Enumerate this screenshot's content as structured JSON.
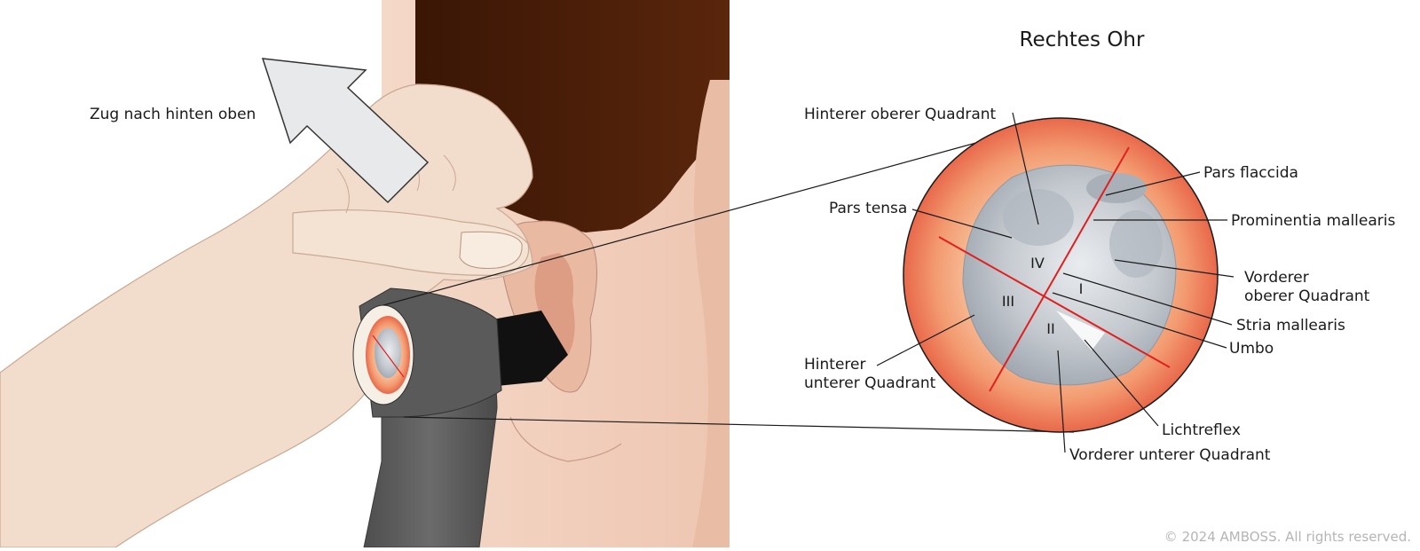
{
  "title": "Rechtes Ohr",
  "pull_label": "Zug nach hinten oben",
  "labels": {
    "hinterer_oberer": "Hinterer oberer Quadrant",
    "pars_tensa": "Pars tensa",
    "pars_flaccida": "Pars flaccida",
    "prominentia": "Prominentia mallearis",
    "vorderer_oberer_1": "Vorderer",
    "vorderer_oberer_2": "oberer Quadrant",
    "stria": "Stria mallearis",
    "umbo": "Umbo",
    "hinterer_unterer_1": "Hinterer",
    "hinterer_unterer_2": "unterer Quadrant",
    "lichtreflex": "Lichtreflex",
    "vorderer_unterer": "Vorderer unterer Quadrant"
  },
  "quadrants": {
    "q1": "I",
    "q2": "II",
    "q3": "III",
    "q4": "IV"
  },
  "copyright": "© 2024 AMBOSS. All rights reserved.",
  "colors": {
    "hair": "#4a1e08",
    "skin_face": "#f1d1c0",
    "skin_hand": "#f1dccb",
    "otoscope": "#5e5e5e",
    "eardrum_rim": "#ee7d5b",
    "eardrum": "#bcc2ca",
    "quadrant_line": "#e02020"
  }
}
